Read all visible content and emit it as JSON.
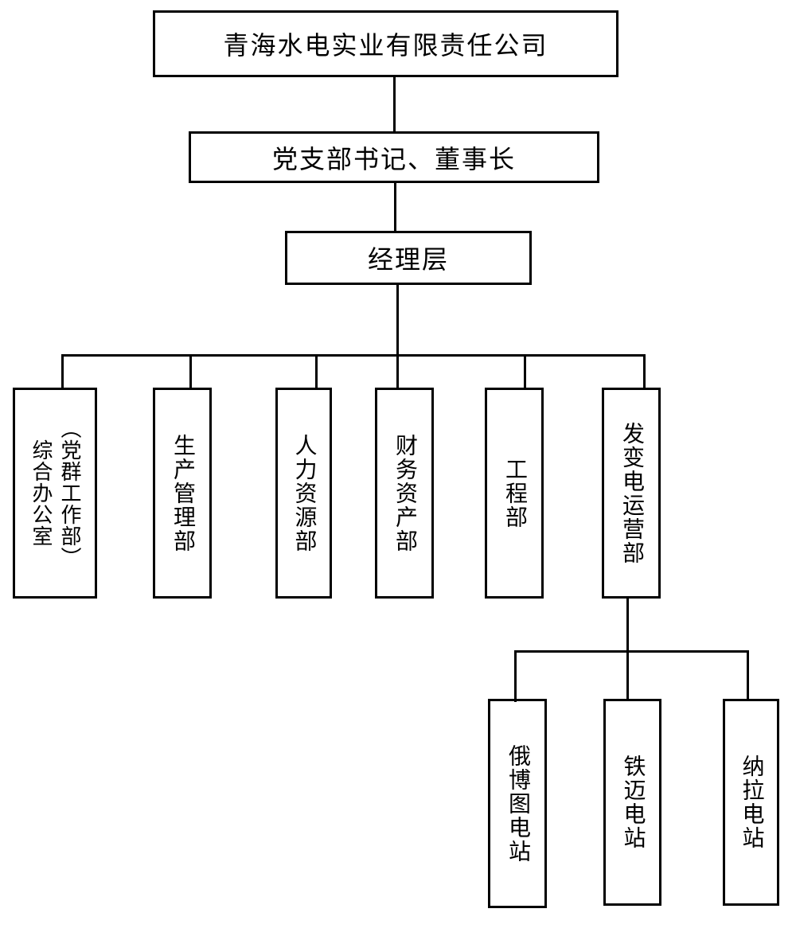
{
  "diagram": {
    "type": "organization-chart",
    "background_color": "#ffffff",
    "line_color": "#000000",
    "box_border_color": "#000000",
    "text_color": "#000000",
    "nodes": {
      "company": {
        "label": "青海水电实业有限责任公司"
      },
      "party_secretary_chairman": {
        "label": "党支部书记、董事长"
      },
      "management": {
        "label": "经理层"
      },
      "general_office": {
        "label": "综合办公室",
        "sublabel": "（党群工作部）"
      },
      "production_dept": {
        "label": "生产管理部"
      },
      "hr_dept": {
        "label": "人力资源部"
      },
      "finance_assets_dept": {
        "label": "财务资产部"
      },
      "engineering_dept": {
        "label": "工程部"
      },
      "power_ops_dept": {
        "label": "发变电运营部"
      },
      "ebotu_station": {
        "label": "俄博图电站"
      },
      "tiemai_station": {
        "label": "铁迈电站"
      },
      "nala_station": {
        "label": "纳拉电站"
      }
    },
    "edges": [
      [
        "company",
        "party_secretary_chairman"
      ],
      [
        "party_secretary_chairman",
        "management"
      ],
      [
        "management",
        "general_office"
      ],
      [
        "management",
        "production_dept"
      ],
      [
        "management",
        "hr_dept"
      ],
      [
        "management",
        "finance_assets_dept"
      ],
      [
        "management",
        "engineering_dept"
      ],
      [
        "management",
        "power_ops_dept"
      ],
      [
        "power_ops_dept",
        "ebotu_station"
      ],
      [
        "power_ops_dept",
        "tiemai_station"
      ],
      [
        "power_ops_dept",
        "nala_station"
      ]
    ]
  }
}
